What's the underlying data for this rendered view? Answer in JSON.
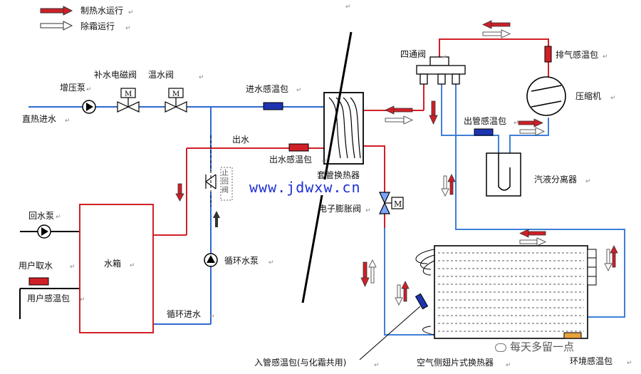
{
  "legend": {
    "heating_arrow_color": "#d11f27",
    "defrost_arrow_color": "#ffffff",
    "heating_label": "制热水运行",
    "defrost_label": "除霜运行"
  },
  "line_colors": {
    "hot_water": "#d11f27",
    "cold_water": "#2e6ad1",
    "refrigerant_liquid": "#d11f27",
    "refrigerant_return": "#3e7fd8"
  },
  "labels": {
    "booster_pump": "增压泵",
    "makeup_solenoid_valve": "补水电磁阀",
    "temp_water_valve": "温水阀",
    "direct_heat_inlet": "直热进水",
    "inlet_temp_sensor": "进水感温包",
    "outlet": "出水",
    "outlet_temp_sensor": "出水感温包",
    "tube_heat_exchanger": "套管换热器",
    "check_valve_text": "止回阀",
    "return_pump": "回水泵",
    "user_tap": "用户取水",
    "user_temp_sensor": "用户感温包",
    "water_tank": "水箱",
    "circulation_pump": "循环水泵",
    "circulation_inlet": "循环进水",
    "four_way_valve": "四通阀",
    "exhaust_temp_sensor": "排气感温包",
    "compressor": "压缩机",
    "outlet_pipe_temp_sensor": "出管感温包",
    "gas_liquid_separator": "汽液分离器",
    "electronic_expansion_valve": "电子膨胀阀",
    "inlet_pipe_temp_sensor": "入管感温包(与化霜共用)",
    "air_fin_heat_exchanger": "空气侧翅片式换热器",
    "ambient_temp_sensor": "环境感温包",
    "valve_symbol": "M"
  },
  "website": "www.jdwxw.cn",
  "watermark": "每天多留一点",
  "paragraph_mark": "↵"
}
